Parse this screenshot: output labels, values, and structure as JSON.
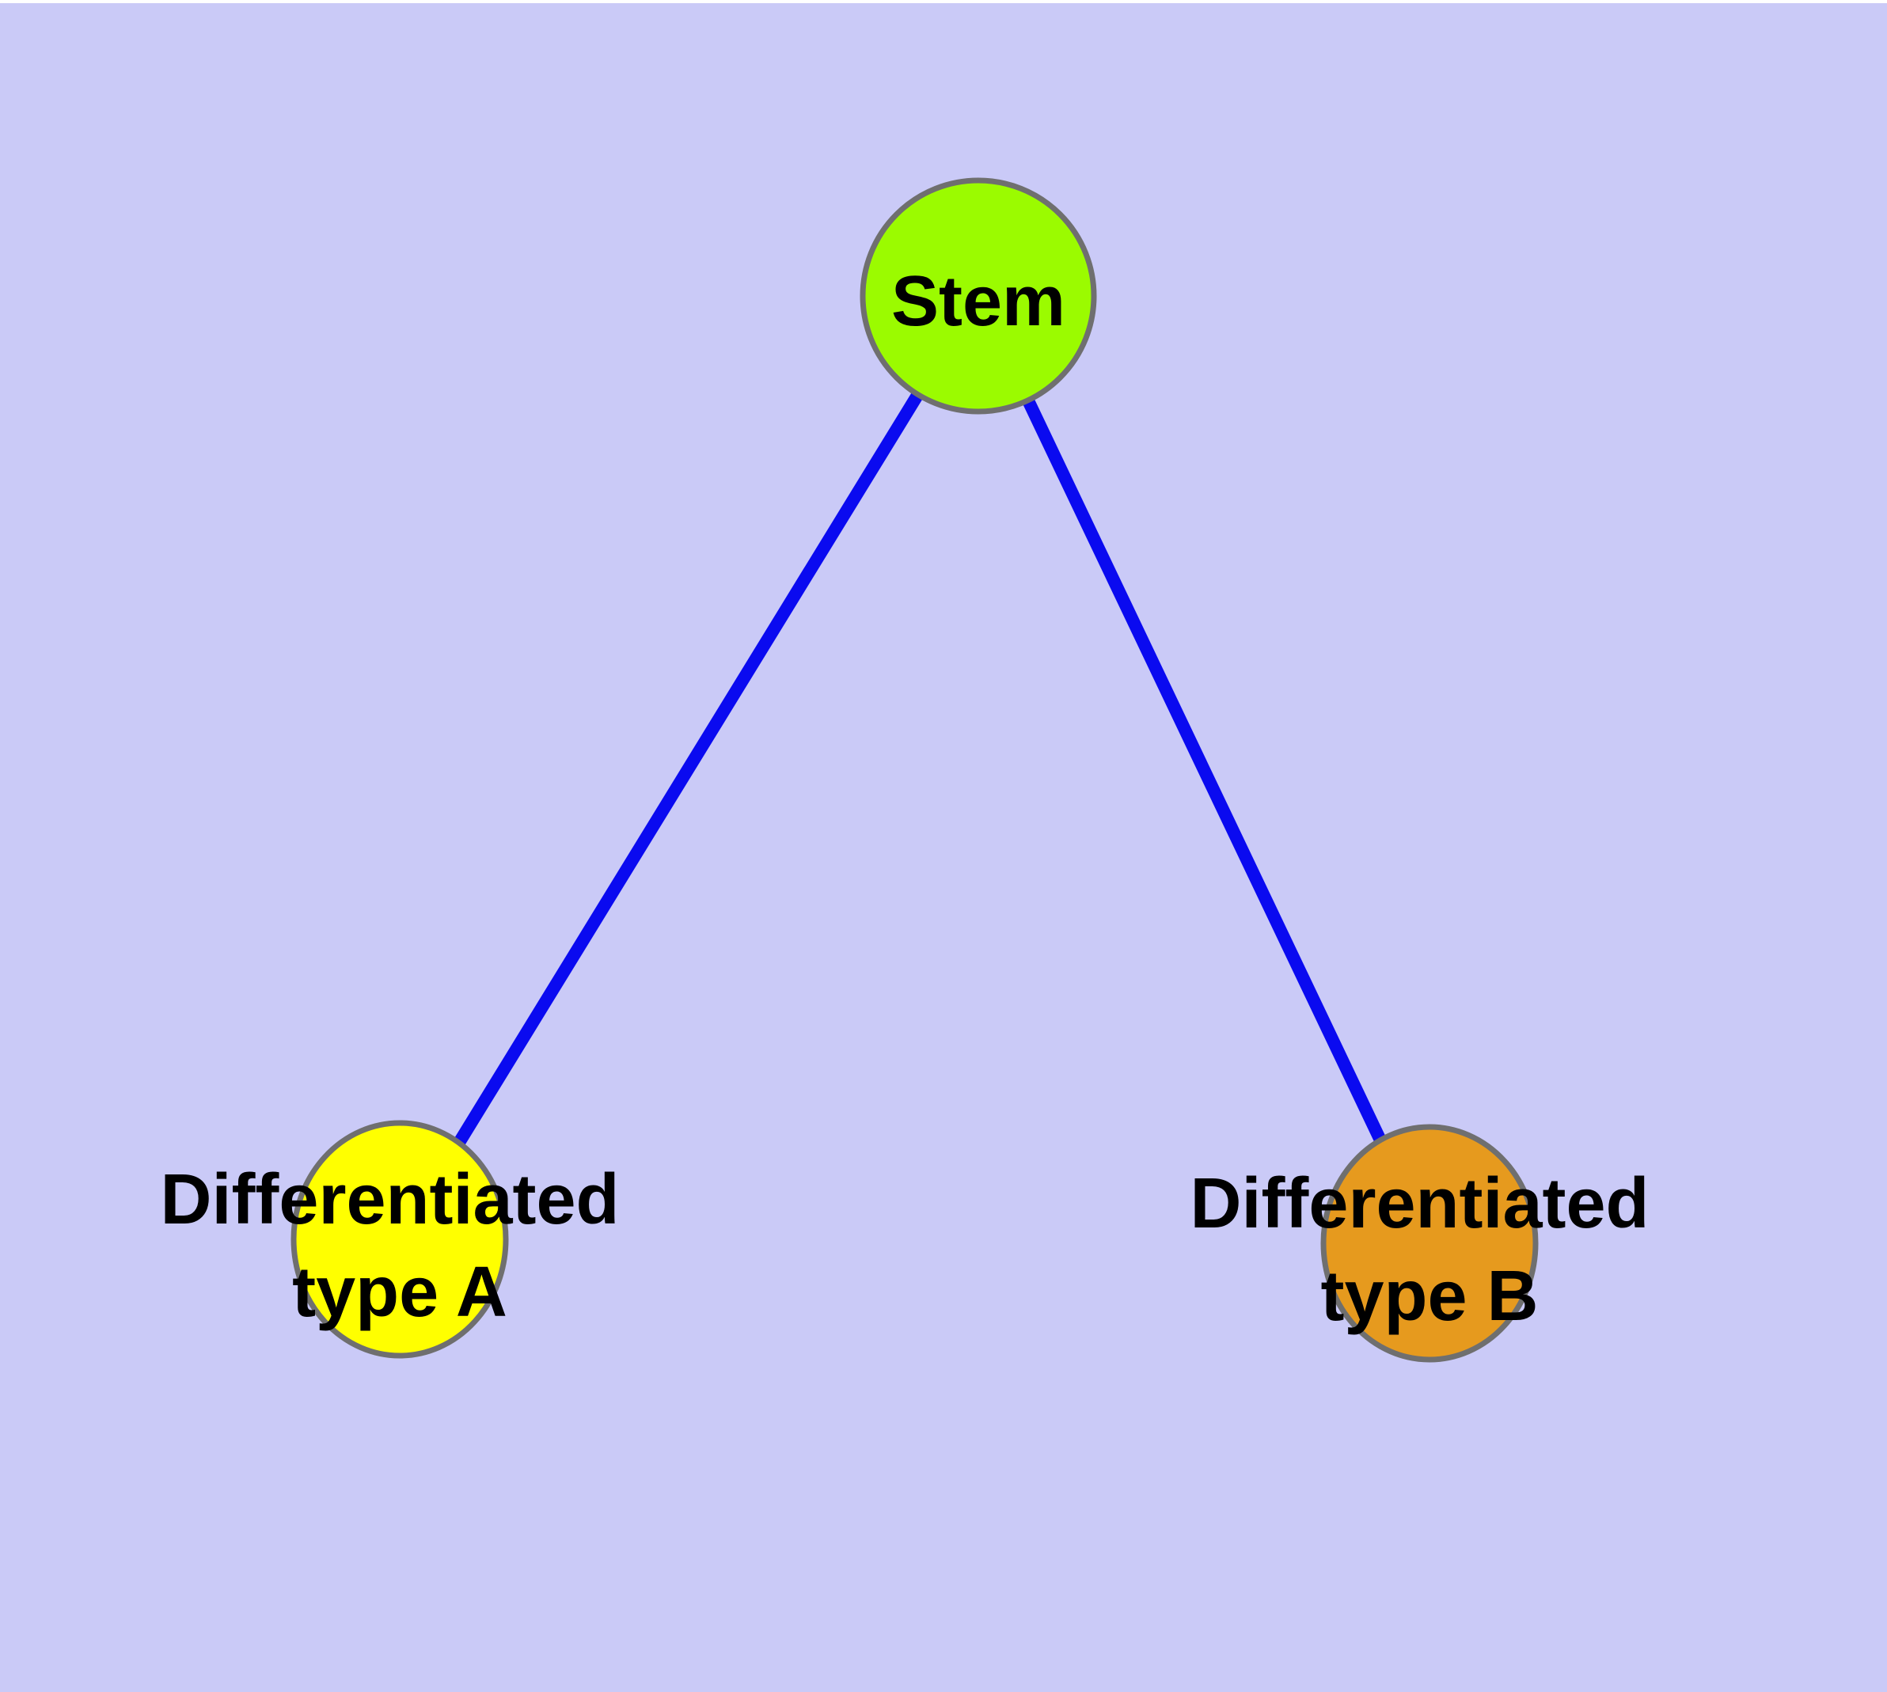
{
  "diagram": {
    "type": "node-link-graph",
    "description": "Stem cell differentiation graph: one stem node connected to two differentiated cell type nodes",
    "background_color": "#CACAF7",
    "top_margin_color": "#FFFFFF",
    "edge_color": "#0A0AF0",
    "node_border_color": "#6F6F6F",
    "label_color": "#000000",
    "nodes": {
      "stem": {
        "label": "Stem",
        "fill": "#9BFB00"
      },
      "type_a": {
        "label": "Differentiated type A",
        "label_lines": [
          "Differentiated",
          "type A"
        ],
        "fill": "#FFFF00"
      },
      "type_b": {
        "label": "Differentiated type B",
        "label_lines": [
          "Differentiated",
          "type B"
        ],
        "fill": "#E69A1E"
      }
    },
    "edges": [
      {
        "from": "Stem",
        "to": "Differentiated type A"
      },
      {
        "from": "Stem",
        "to": "Differentiated type B"
      }
    ]
  }
}
